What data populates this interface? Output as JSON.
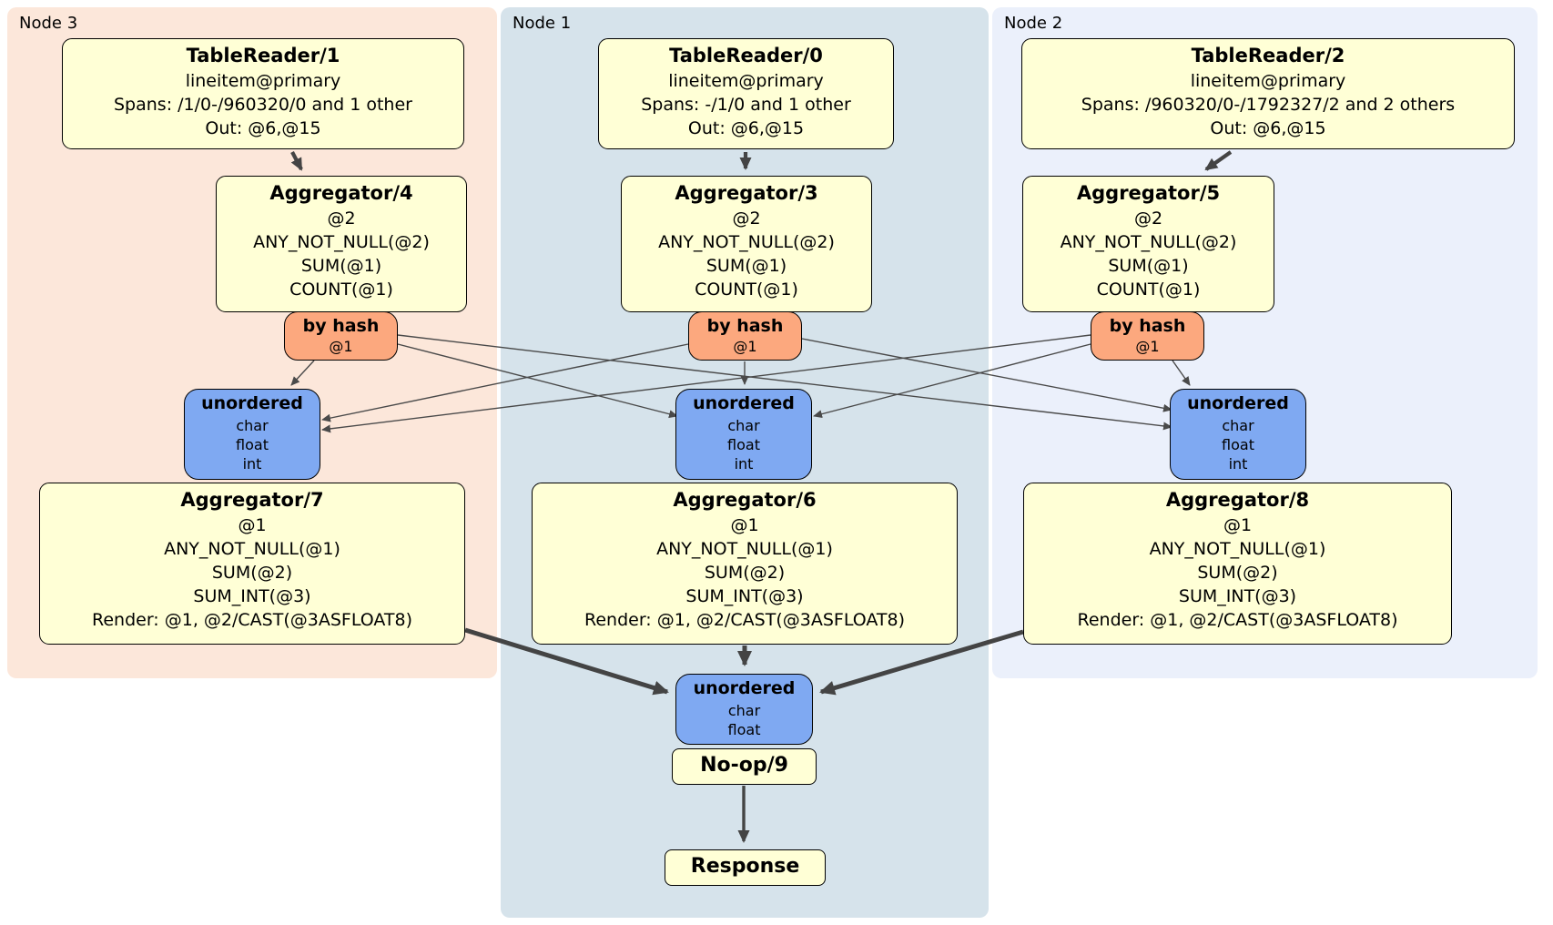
{
  "colors": {
    "node3-bg": "#FCE7DA",
    "node1-bg": "#D6E3EB",
    "node2-bg": "#EBF0FB",
    "box-fill": "#FFFFD6",
    "hash-fill": "#FCA87E",
    "sync-fill": "#7FA9F2",
    "edge": "#444444"
  },
  "panels": {
    "node3": {
      "label": "Node 3"
    },
    "node1": {
      "label": "Node 1"
    },
    "node2": {
      "label": "Node 2"
    }
  },
  "processors": {
    "tr1": {
      "title": "TableReader/1",
      "lines": [
        "lineitem@primary",
        "Spans: /1/0-/960320/0 and 1 other",
        "Out: @6,@15"
      ]
    },
    "tr0": {
      "title": "TableReader/0",
      "lines": [
        "lineitem@primary",
        "Spans: -/1/0 and 1 other",
        "Out: @6,@15"
      ]
    },
    "tr2": {
      "title": "TableReader/2",
      "lines": [
        "lineitem@primary",
        "Spans: /960320/0-/1792327/2 and 2 others",
        "Out: @6,@15"
      ]
    },
    "agg4": {
      "title": "Aggregator/4",
      "lines": [
        "@2",
        "ANY_NOT_NULL(@2)",
        "SUM(@1)",
        "COUNT(@1)"
      ]
    },
    "agg3": {
      "title": "Aggregator/3",
      "lines": [
        "@2",
        "ANY_NOT_NULL(@2)",
        "SUM(@1)",
        "COUNT(@1)"
      ]
    },
    "agg5": {
      "title": "Aggregator/5",
      "lines": [
        "@2",
        "ANY_NOT_NULL(@2)",
        "SUM(@1)",
        "COUNT(@1)"
      ]
    },
    "hash3": {
      "title": "by hash",
      "lines": [
        "@1"
      ]
    },
    "hash1": {
      "title": "by hash",
      "lines": [
        "@1"
      ]
    },
    "hash2": {
      "title": "by hash",
      "lines": [
        "@1"
      ]
    },
    "sync3": {
      "title": "unordered",
      "lines": [
        "char",
        "float",
        "int"
      ]
    },
    "sync1": {
      "title": "unordered",
      "lines": [
        "char",
        "float",
        "int"
      ]
    },
    "sync2": {
      "title": "unordered",
      "lines": [
        "char",
        "float",
        "int"
      ]
    },
    "agg7": {
      "title": "Aggregator/7",
      "lines": [
        "@1",
        "ANY_NOT_NULL(@1)",
        "SUM(@2)",
        "SUM_INT(@3)",
        "Render: @1, @2/CAST(@3ASFLOAT8)"
      ]
    },
    "agg6": {
      "title": "Aggregator/6",
      "lines": [
        "@1",
        "ANY_NOT_NULL(@1)",
        "SUM(@2)",
        "SUM_INT(@3)",
        "Render: @1, @2/CAST(@3ASFLOAT8)"
      ]
    },
    "agg8": {
      "title": "Aggregator/8",
      "lines": [
        "@1",
        "ANY_NOT_NULL(@1)",
        "SUM(@2)",
        "SUM_INT(@3)",
        "Render: @1, @2/CAST(@3ASFLOAT8)"
      ]
    },
    "sync_final": {
      "title": "unordered",
      "lines": [
        "char",
        "float"
      ]
    },
    "noop": {
      "title": "No-op/9"
    },
    "response": {
      "title": "Response"
    }
  }
}
